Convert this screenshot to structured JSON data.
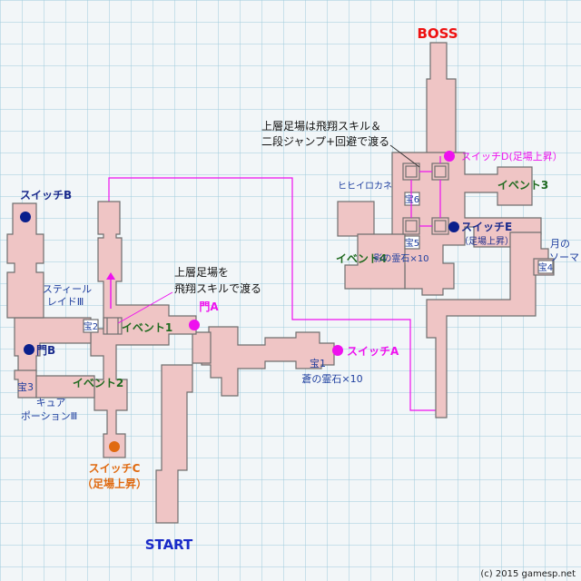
{
  "labels": {
    "boss": "BOSS",
    "start": "START",
    "copyright": "(c) 2015 gamesp.net",
    "upper_note_d_1": "上層足場は飛翔スキル＆",
    "upper_note_d_2": "二段ジャンプ+回避で渡る",
    "upper_note_1": "上層足場を",
    "upper_note_2": "飛翔スキルで渡る",
    "switch_a": "スイッチA",
    "switch_b": "スイッチB",
    "switch_c_1": "スイッチC",
    "switch_c_2": "（足場上昇）",
    "switch_d": "スイッチD(足場上昇）",
    "switch_e_1": "スイッチE",
    "switch_e_2": "（足場上昇）",
    "gate_a": "門A",
    "gate_b": "門B",
    "event_1": "イベント1",
    "event_2": "イベント2",
    "event_3": "イベント3",
    "event_4": "イベント4",
    "treasure_1": "宝1",
    "treasure_1_item": "蒼の霊石×10",
    "treasure_2": "宝2",
    "treasure_2_item_1": "スティール",
    "treasure_2_item_2": "レイドⅢ",
    "treasure_3": "宝3",
    "treasure_3_item_1": "キュア",
    "treasure_3_item_2": "ポーションⅢ",
    "treasure_4": "宝4",
    "treasure_4_item_1": "月の",
    "treasure_4_item_2": "ソーマ",
    "treasure_5": "宝5",
    "treasure_5_item": "影の霊石×10",
    "treasure_6": "宝6",
    "treasure_6_item": "ヒヒイロカネ"
  },
  "colors": {
    "background": "#f2f6f8",
    "grid": "#9ecbdc",
    "floor": "#efc5c5",
    "floor_border": "#6f6f6f",
    "pink_marker": "#ee11ee",
    "blue_marker": "#0a1f8c",
    "orange_marker": "#e06a10",
    "boss_text": "#ee1111",
    "start_text": "#1a2bc8",
    "event_text": "#1f6a1f",
    "treasure_text": "#1f3f9f"
  }
}
